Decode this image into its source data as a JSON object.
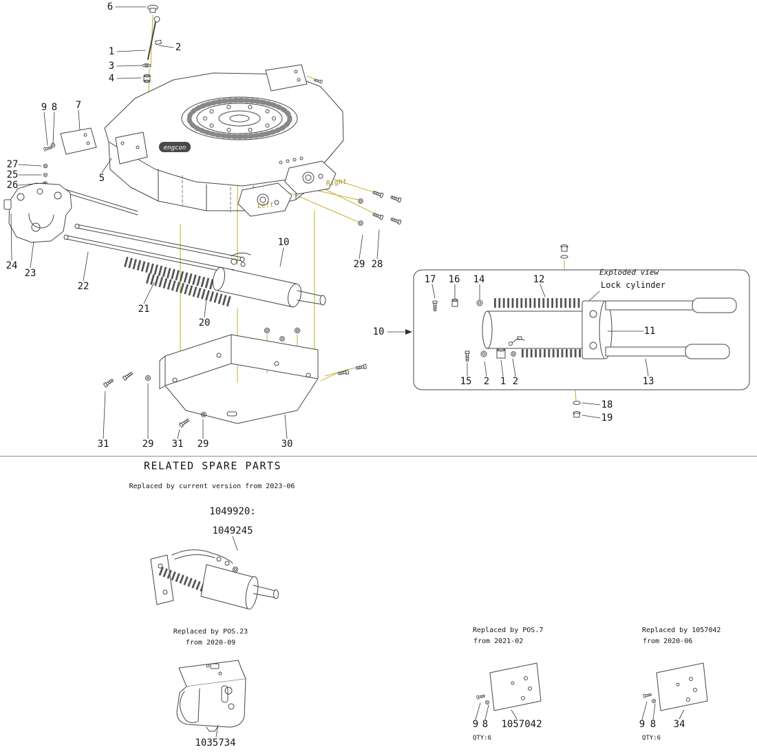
{
  "colors": {
    "line": "#444444",
    "accent_yellow": "#b8a30c",
    "text": "#141414",
    "logo_bg": "#4a4a4a"
  },
  "main_view": {
    "brand": "engcon",
    "right_label": "Right",
    "left_label": "Left",
    "callouts": {
      "c6": "6",
      "c2": "2",
      "c1": "1",
      "c3": "3",
      "c4": "4",
      "c9": "9",
      "c8": "8",
      "c7": "7",
      "c27": "27",
      "c25": "25",
      "c26": "26",
      "c5": "5",
      "c24": "24",
      "c23": "23",
      "c22": "22",
      "c21": "21",
      "c20": "20",
      "c10": "10",
      "c29a": "29",
      "c28": "28",
      "c31a": "31",
      "c29b": "29",
      "c31b": "31",
      "c29c": "29",
      "c30": "30"
    }
  },
  "detail_view": {
    "exploded_view_label": "Exploded view",
    "lock_cylinder_label": "Lock cylinder",
    "callouts": {
      "c17": "17",
      "c16": "16",
      "c14": "14",
      "c12": "12",
      "c10": "10",
      "c11": "11",
      "c15": "15",
      "c2a": "2",
      "c1": "1",
      "c2b": "2",
      "c13": "13",
      "c18": "18",
      "c19": "19"
    }
  },
  "spare_parts": {
    "heading": "RELATED SPARE PARTS",
    "sections": {
      "current": {
        "note": "Replaced by current version from 2023-06",
        "code_old": "1049920:",
        "code_new": "1049245"
      },
      "pos23": {
        "note1": "Replaced by POS.23",
        "note2": "from 2020-09",
        "part": "1035734"
      },
      "pos7": {
        "note1": "Replaced by POS.7",
        "note2": "from 2021-02",
        "c9": "9",
        "c8": "8",
        "part": "1057042",
        "qty": "QTY:6"
      },
      "p1057042": {
        "note1": "Replaced by 1057042",
        "note2": "from 2020-06",
        "c9": "9",
        "c8": "8",
        "part": "34",
        "qty": "QTY:6"
      }
    }
  }
}
